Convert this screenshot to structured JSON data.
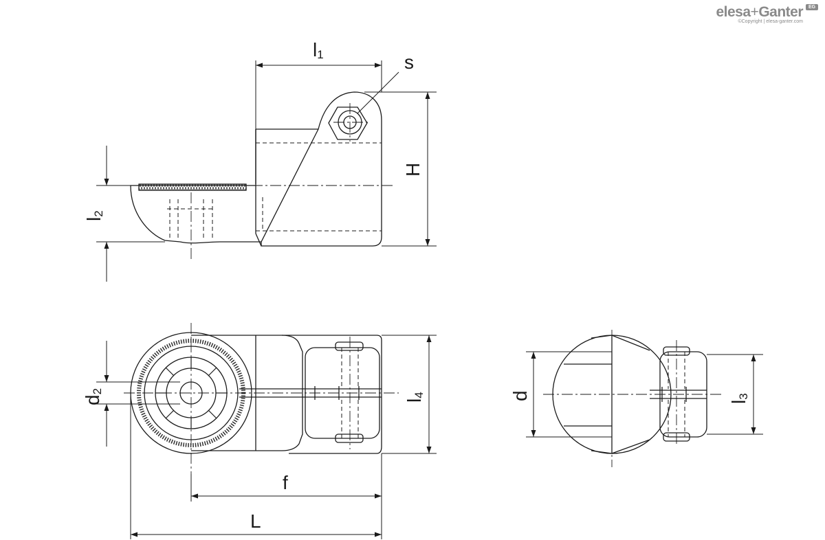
{
  "logo": {
    "brand": "elesa",
    "plus": "+",
    "brand2": "Ganter",
    "copyright": "©Copyright | elesa-ganter.com",
    "badge": "EG"
  },
  "dimensions": {
    "l1": "l",
    "l1_sub": "1",
    "s": "s",
    "H": "H",
    "l2": "l",
    "l2_sub": "2",
    "d2": "d",
    "d2_sub": "2",
    "l4": "l",
    "l4_sub": "4",
    "f": "f",
    "L": "L",
    "d": "d",
    "l3": "l",
    "l3_sub": "3"
  },
  "colors": {
    "line": "#1a1a1a",
    "background": "#ffffff",
    "logo": "#8a8a8a"
  }
}
